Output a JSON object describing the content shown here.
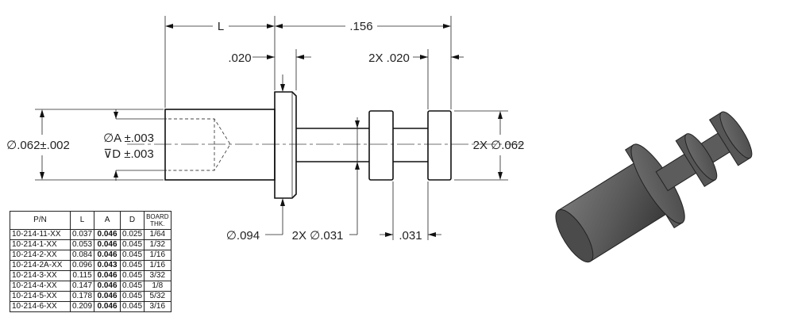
{
  "drawing": {
    "dim_L": "L",
    "dim_156": ".156",
    "dim_020_left": ".020",
    "dim_2x020": "2X .020",
    "dim_outer_dia": "∅.062±.002",
    "dim_A": "∅A ±.003",
    "dim_D": "⊽D ±.003",
    "dim_2x_dia062": "2X ∅.062",
    "dim_dia094": "∅.094",
    "dim_2x_dia031": "2X ∅.031",
    "dim_031": ".031"
  },
  "table": {
    "headers": {
      "pn": "P/N",
      "l": "L",
      "a": "A",
      "d": "D",
      "board_1": "BOARD",
      "board_2": "THK."
    },
    "rows": [
      {
        "pn": "10-214-11-XX",
        "l": "0.037",
        "a": "0.046",
        "d": "0.025",
        "board": "1/64"
      },
      {
        "pn": "10-214-1-XX",
        "l": "0.053",
        "a": "0.046",
        "d": "0.045",
        "board": "1/32"
      },
      {
        "pn": "10-214-2-XX",
        "l": "0.084",
        "a": "0.046",
        "d": "0.045",
        "board": "1/16"
      },
      {
        "pn": "10-214-2A-XX",
        "l": "0.096",
        "a": "0.043",
        "d": "0.045",
        "board": "1/16"
      },
      {
        "pn": "10-214-3-XX",
        "l": "0.115",
        "a": "0.046",
        "d": "0.045",
        "board": "3/32"
      },
      {
        "pn": "10-214-4-XX",
        "l": "0.147",
        "a": "0.046",
        "d": "0.045",
        "board": "1/8"
      },
      {
        "pn": "10-214-5-XX",
        "l": "0.178",
        "a": "0.046",
        "d": "0.045",
        "board": "5/32"
      },
      {
        "pn": "10-214-6-XX",
        "l": "0.209",
        "a": "0.046",
        "d": "0.045",
        "board": "3/16"
      }
    ]
  }
}
